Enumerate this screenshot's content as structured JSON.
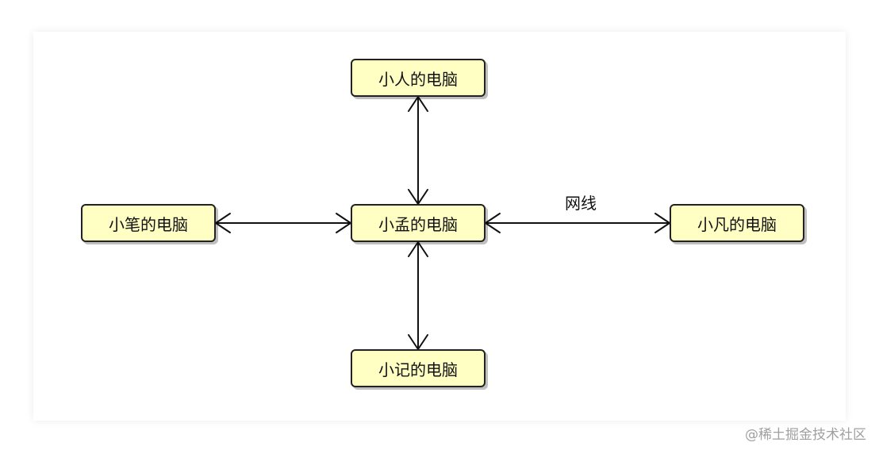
{
  "diagram": {
    "nodes": {
      "top": "小人的电脑",
      "left": "小笔的电脑",
      "center": "小孟的电脑",
      "right": "小凡的电脑",
      "bottom": "小记的电脑"
    },
    "edge_label": "网线"
  },
  "watermark": "@稀土掘金技术社区",
  "colors": {
    "node_fill": "#ffffc4",
    "node_border": "#222222",
    "edge": "#111111",
    "watermark": "#a0a0a0"
  }
}
